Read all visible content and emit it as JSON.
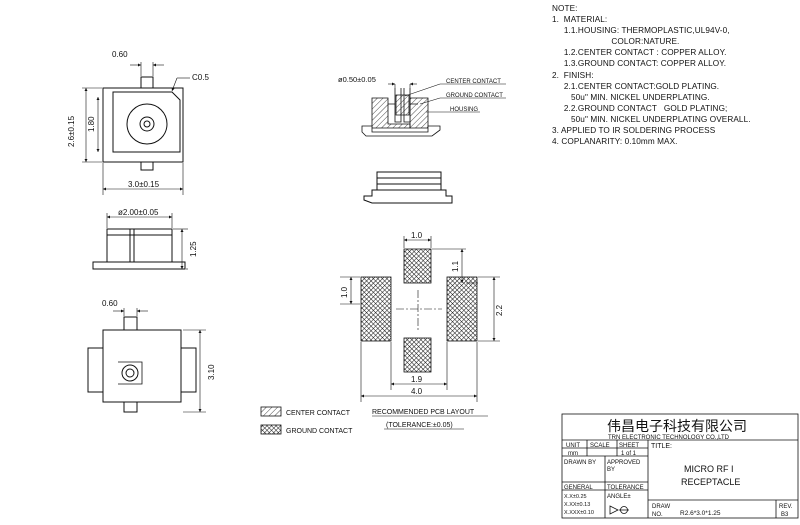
{
  "notes": {
    "header": "NOTE:",
    "lines": [
      "1.  MATERIAL:",
      "     1.1.HOUSING: THERMOPLASTIC,UL94V-0,",
      "                         COLOR:NATURE.",
      "     1.2.CENTER CONTACT : COPPER ALLOY.",
      "     1.3.GROUND CONTACT: COPPER ALLOY.",
      "2.  FINISH:",
      "     2.1.CENTER CONTACT:GOLD PLATING.",
      "        50u\" MIN. NICKEL UNDERPLATING.",
      "     2.2.GROUND CONTACT   GOLD PLATING;",
      "        50u\" MIN. NICKEL UNDERPLATING OVERALL.",
      "3. APPLIED TO IR SOLDERING PROCESS",
      "4. COPLANARITY: 0.10mm MAX."
    ]
  },
  "dims": {
    "top_pin_width": "0.60",
    "chamfer": "C0.5",
    "height_26": "2.6±0.15",
    "inner_180": "1.80",
    "width_30": "3.0±0.15",
    "diam_200": "ø2.00±0.05",
    "height_125": "1.25",
    "bottom_pin_width": "0.60",
    "height_310": "3.10",
    "pin_diam": "ø0.50±0.05"
  },
  "section_labels": {
    "center_contact": "CENTER CONTACT",
    "ground_contact": "GROUND CONTACT",
    "housing": "HOUSING"
  },
  "pcb": {
    "dim_top": "1.0",
    "dim_top_right": "1.1",
    "dim_left": "1.0",
    "dim_right": "2.2",
    "dim_inner": "1.9",
    "dim_total": "4.0",
    "title": "RECOMMENDED PCB LAYOUT",
    "tolerance": "(TOLERANCE:±0.05)"
  },
  "legend": {
    "center": "CENTER CONTACT",
    "ground": "GROUND CONTACT"
  },
  "titleblock": {
    "company_cn": "伟昌电子科技有限公司",
    "company_en": "TRN ELECTRONIC TECHNOLOGY CO.,LTD",
    "unit": "UNIT",
    "unit_val": "mm",
    "scale": "SCALE",
    "sheet": "SHEET",
    "sheet_val": "1 of 1",
    "title_label": "TITLE:",
    "drawn_by": "DRAWN BY",
    "approved": "APPROVED",
    "approved_by": "BY",
    "title_line1": "MICRO RF I",
    "title_line2": "RECEPTACLE",
    "general": "GENERAL",
    "tolerance": "TOLERANCE",
    "tol1": "X.X±0.25",
    "tol2": "X.XX±0.13",
    "tol3": "X.XXX±0.10",
    "angle": "ANGLE±",
    "draw": "DRAW",
    "no": "NO.",
    "drawing_no": "R2.6*3.0*1.25",
    "rev": "REV.",
    "rev_val": "B3"
  }
}
